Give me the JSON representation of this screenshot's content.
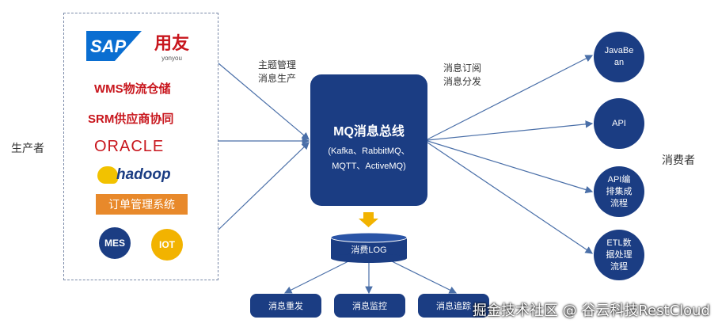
{
  "labels": {
    "producers": "生产者",
    "consumers": "消费者",
    "topic_mgmt_1": "主题管理",
    "topic_mgmt_2": "消息生产",
    "subscribe_1": "消息订阅",
    "subscribe_2": "消息分发"
  },
  "logos": {
    "sap": "SAP",
    "yonyou": "用友",
    "yonyou_sub": "yonyou",
    "wms": "WMS物流仓储",
    "srm": "SRM供应商协同",
    "oracle": "ORACLE",
    "hadoop": "hadoop",
    "order": "订单管理系统",
    "mes": "MES",
    "iot": "IOT"
  },
  "bus": {
    "title": "MQ消息总线",
    "sub1": "(Kafka、RabbitMQ、",
    "sub2": "MQTT、ActiveMQ)"
  },
  "consumers": [
    "JavaBe\nan",
    "API",
    "API编\n排集成\n流程",
    "ETL数\n据处理\n流程"
  ],
  "log": {
    "label": "消费LOG"
  },
  "log_actions": [
    "消息重发",
    "消息监控",
    "消息追踪"
  ],
  "watermark": "掘金技术社区 @ 谷云科技RestCloud",
  "colors": {
    "primary": "#1b3d83",
    "arrow": "#4a6fa8",
    "down_arrow": "#f2b300",
    "sap": "#0a6ed1",
    "red_logo": "#c8161d",
    "orange_box": "#e8892b",
    "iot": "#f2b300"
  }
}
